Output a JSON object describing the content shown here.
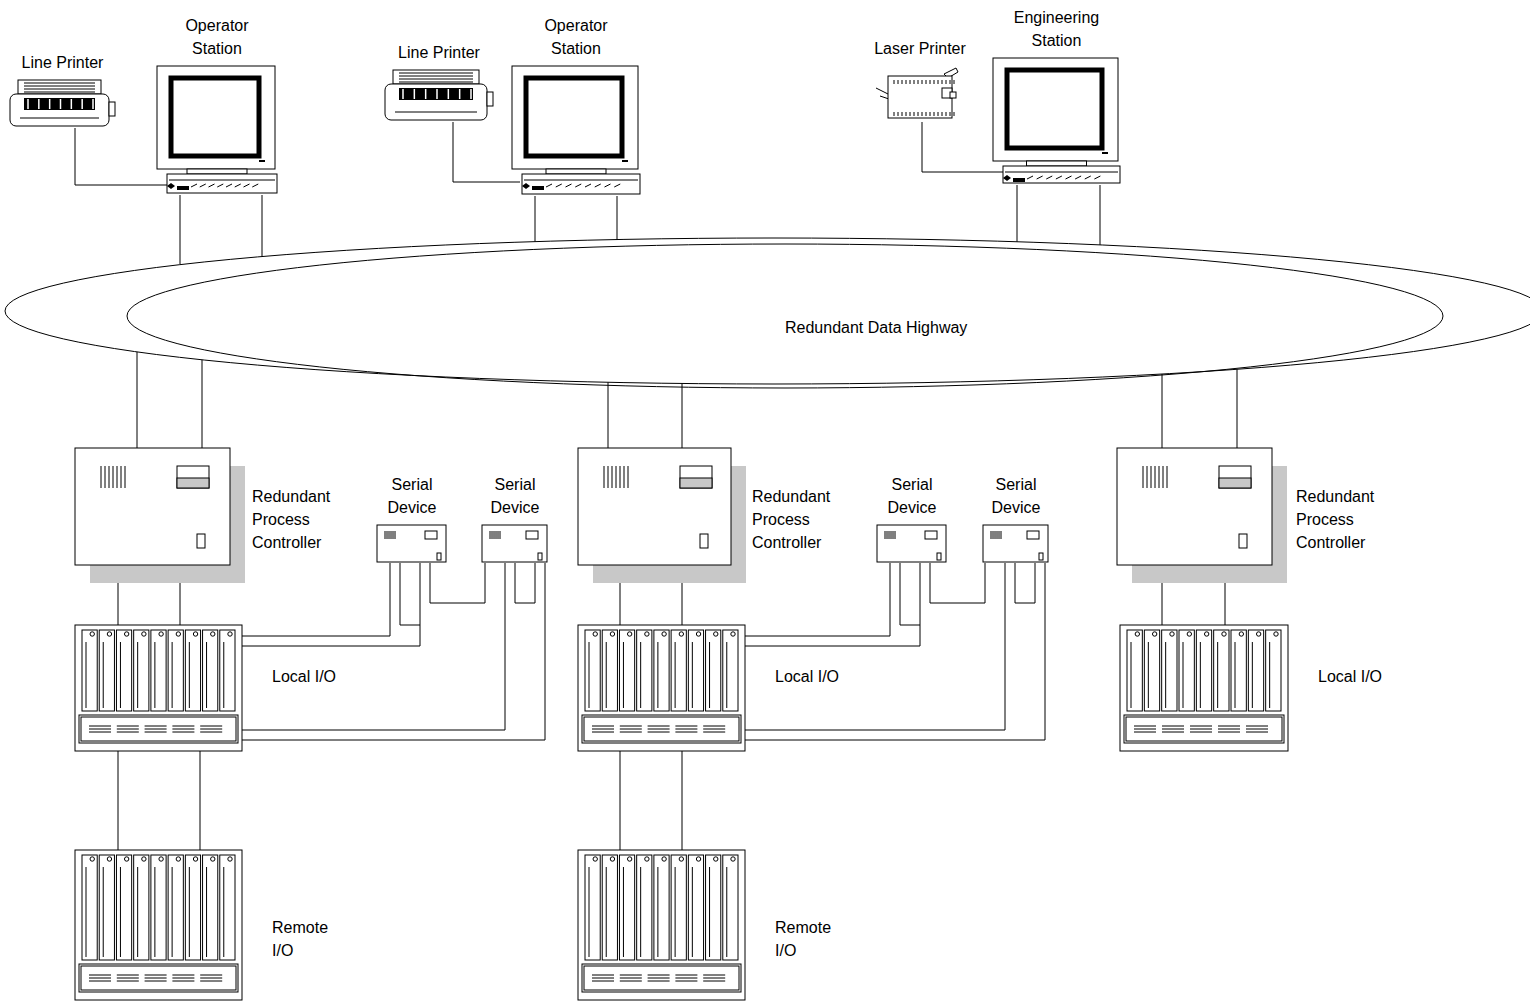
{
  "diagram": {
    "nodes": [
      {
        "text": [
          "Line Printer"
        ]
      },
      {
        "text": [
          "Operator Station"
        ]
      },
      {
        "text": [
          "Line Printer"
        ]
      },
      {
        "text": [
          "Operator Station"
        ]
      },
      {
        "text": [
          "Laser Printer"
        ]
      },
      {
        "text": [
          "Engineering Station"
        ]
      },
      {
        "text": [
          "Redundant Data Highway"
        ]
      },
      {
        "text": [
          "Redundant Process Controller"
        ]
      },
      {
        "text": [
          "Serial Device"
        ]
      },
      {
        "text": [
          "Serial Device"
        ]
      },
      {
        "text": [
          "Redundant Process Controller"
        ]
      },
      {
        "text": [
          "Serial Device"
        ]
      },
      {
        "text": [
          "Serial Device"
        ]
      },
      {
        "text": [
          "Redundant Process Controller"
        ]
      },
      {
        "text": [
          "Local I/O"
        ]
      },
      {
        "text": [
          "Local I/O"
        ]
      },
      {
        "text": [
          "Local I/O"
        ]
      },
      {
        "text": [
          "Remote I/O"
        ]
      },
      {
        "text": [
          "Remote I/O"
        ]
      }
    ],
    "edges": [
      {
        "from": 0,
        "to": 1,
        "arrow": "none"
      },
      {
        "from": 1,
        "to": 6,
        "arrow": "none"
      },
      {
        "from": 1,
        "to": 6,
        "arrow": "none"
      },
      {
        "from": 2,
        "to": 3,
        "arrow": "none"
      },
      {
        "from": 3,
        "to": 6,
        "arrow": "none"
      },
      {
        "from": 3,
        "to": 6,
        "arrow": "none"
      },
      {
        "from": 4,
        "to": 5,
        "arrow": "none"
      },
      {
        "from": 5,
        "to": 6,
        "arrow": "none"
      },
      {
        "from": 5,
        "to": 6,
        "arrow": "none"
      },
      {
        "from": 6,
        "to": 7,
        "arrow": "none"
      },
      {
        "from": 6,
        "to": 7,
        "arrow": "none"
      },
      {
        "from": 6,
        "to": 10,
        "arrow": "none"
      },
      {
        "from": 6,
        "to": 10,
        "arrow": "none"
      },
      {
        "from": 6,
        "to": 13,
        "arrow": "none"
      },
      {
        "from": 6,
        "to": 13,
        "arrow": "none"
      },
      {
        "from": 7,
        "to": 14,
        "arrow": "none"
      },
      {
        "from": 7,
        "to": 14,
        "arrow": "none"
      },
      {
        "from": 10,
        "to": 15,
        "arrow": "none"
      },
      {
        "from": 10,
        "to": 15,
        "arrow": "none"
      },
      {
        "from": 13,
        "to": 16,
        "arrow": "none"
      },
      {
        "from": 13,
        "to": 16,
        "arrow": "none"
      },
      {
        "from": 14,
        "to": 17,
        "arrow": "none"
      },
      {
        "from": 14,
        "to": 17,
        "arrow": "none"
      },
      {
        "from": 15,
        "to": 18,
        "arrow": "none"
      },
      {
        "from": 15,
        "to": 18,
        "arrow": "none"
      },
      {
        "from": 14,
        "to": 8,
        "arrow": "none"
      },
      {
        "from": 14,
        "to": 8,
        "arrow": "none"
      },
      {
        "from": 14,
        "to": 9,
        "arrow": "none"
      },
      {
        "from": 14,
        "to": 9,
        "arrow": "none"
      },
      {
        "from": 8,
        "to": 9,
        "arrow": "none"
      },
      {
        "from": 15,
        "to": 11,
        "arrow": "none"
      },
      {
        "from": 15,
        "to": 11,
        "arrow": "none"
      },
      {
        "from": 15,
        "to": 12,
        "arrow": "none"
      },
      {
        "from": 15,
        "to": 12,
        "arrow": "none"
      },
      {
        "from": 11,
        "to": 12,
        "arrow": "none"
      }
    ]
  }
}
